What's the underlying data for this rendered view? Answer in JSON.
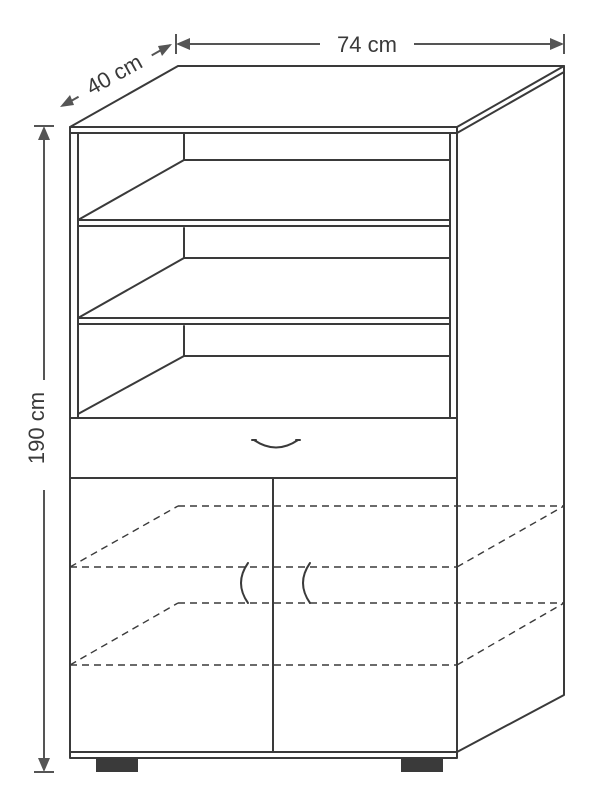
{
  "dimensions": {
    "depth_label": "40 cm",
    "width_label": "74 cm",
    "height_label": "190 cm"
  },
  "colors": {
    "line": "#3a3a3a",
    "background": "#ffffff"
  }
}
